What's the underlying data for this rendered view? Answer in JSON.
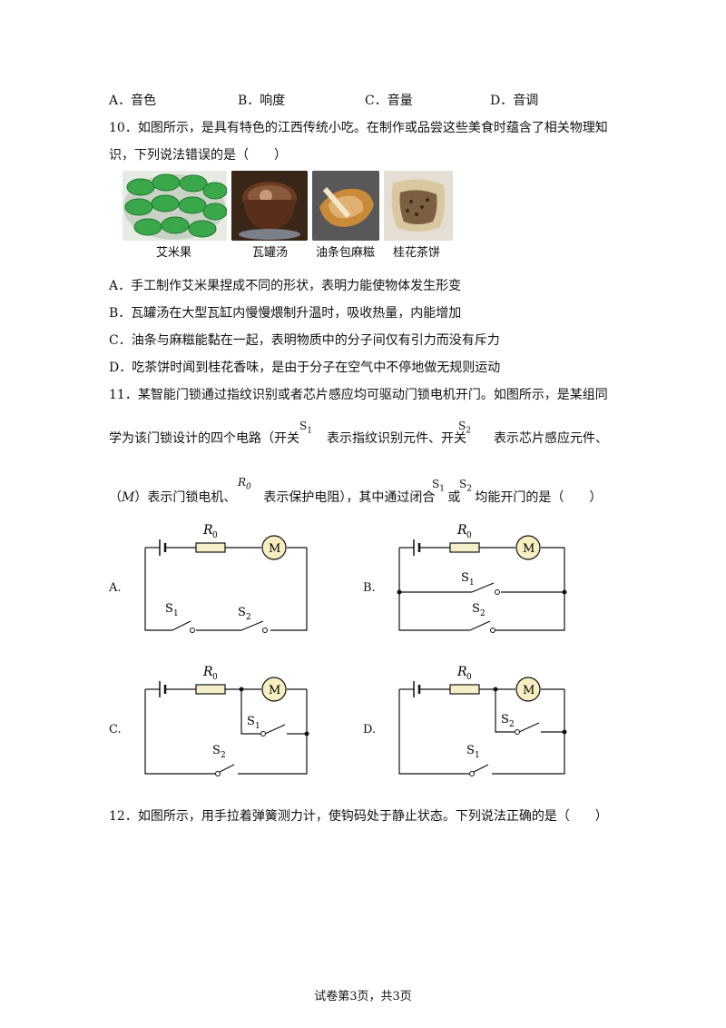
{
  "q9": {
    "options": [
      {
        "letter": "A．",
        "text": "音色"
      },
      {
        "letter": "B．",
        "text": "响度"
      },
      {
        "letter": "C．",
        "text": "音量"
      },
      {
        "letter": "D．",
        "text": "音调"
      }
    ]
  },
  "q10": {
    "stem_line1": "10．如图所示，是具有特色的江西传统小吃。在制作或品尝这些美食时蕴含了相关物理知",
    "stem_line2": "识，下列说法错误的是（　　）",
    "foods": [
      "艾米果",
      "瓦罐汤",
      "油条包麻糍",
      "桂花茶饼"
    ],
    "options": [
      "A．手工制作艾米果捏成不同的形状，表明力能使物体发生形变",
      "B．瓦罐汤在大型瓦缸内慢慢煨制升温时，吸收热量，内能增加",
      "C．油条与麻糍能黏在一起，表明物质中的分子间仅有引力而没有斥力",
      "D．吃茶饼时闻到桂花香味，是由于分子在空气中不停地做无规则运动"
    ]
  },
  "q11": {
    "stem_line1": "11．某智能门锁通过指纹识别或者芯片感应均可驱动门锁电机开门。如图所示，是某组同",
    "line2_a": "学为该门锁设计的四个电路（开关",
    "line2_b": "表示指纹识别元件、开关",
    "line2_c": "表示芯片感应元件、",
    "line3_a": "（",
    "line3_m": "M",
    "line3_b": "）表示门锁电机、",
    "line3_c": "表示保护电阻），其中通过闭合",
    "line3_d": "或",
    "line3_e": "均能开门的是（　　）",
    "S1": "S",
    "S1_sub": "1",
    "S2": "S",
    "S2_sub": "2",
    "R0": "R",
    "R0_sub": "0",
    "circuits": [
      {
        "letter": "A.",
        "r_label": "R",
        "r_sub": "0",
        "motor": "M",
        "s_a": "S",
        "s_a_sub": "1",
        "s_b": "S",
        "s_b_sub": "2"
      },
      {
        "letter": "B.",
        "r_label": "R",
        "r_sub": "0",
        "motor": "M",
        "s_a": "S",
        "s_a_sub": "1",
        "s_b": "S",
        "s_b_sub": "2"
      },
      {
        "letter": "C.",
        "r_label": "R",
        "r_sub": "0",
        "motor": "M",
        "s_a": "S",
        "s_a_sub": "1",
        "s_b": "S",
        "s_b_sub": "2"
      },
      {
        "letter": "D.",
        "r_label": "R",
        "r_sub": "0",
        "motor": "M",
        "s_a": "S",
        "s_a_sub": "2",
        "s_b": "S",
        "s_b_sub": "1"
      }
    ]
  },
  "q12": {
    "stem": "12．如图所示，用手拉着弹簧测力计，使钩码处于静止状态。下列说法正确的是（　　）"
  },
  "footer": "试卷第3页，共3页",
  "colors": {
    "resistor": "#f5efc8",
    "motor": "#f7eec2",
    "leaf": "#3aa84a",
    "dark": "#3a2a1a"
  }
}
